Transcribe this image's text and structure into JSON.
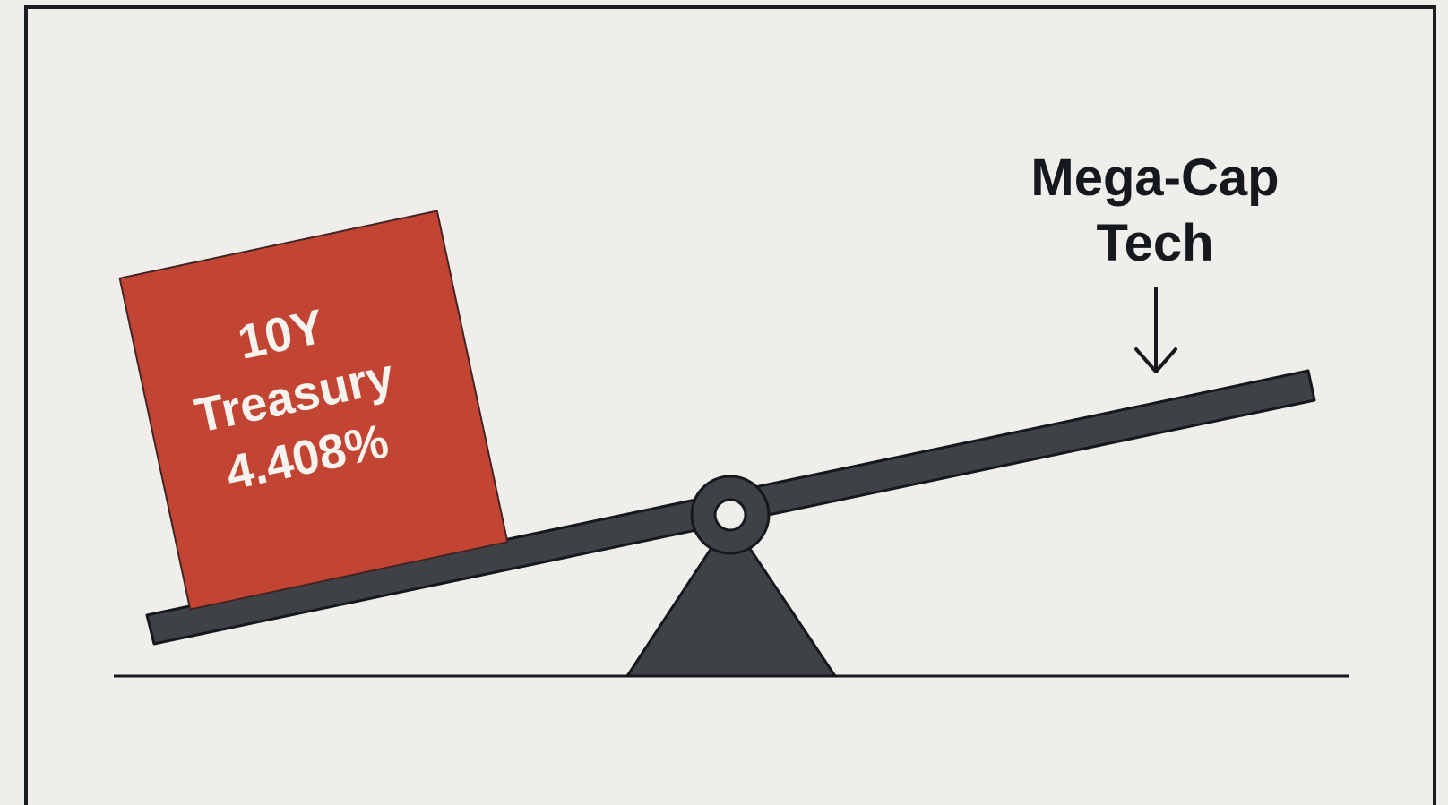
{
  "weight_block": {
    "line1": "10Y",
    "line2": "Treasury",
    "line3": "4.408%"
  },
  "right_label": {
    "line1": "Mega-Cap",
    "line2": "Tech"
  },
  "colors": {
    "background": "#efeeea",
    "block_fill": "#c2402f",
    "beam": "#3e4246",
    "outline": "#15191d",
    "block_text": "#f6f3ee"
  },
  "icons": {
    "arrow": "arrow-down-icon",
    "pivot": "pivot-icon"
  }
}
